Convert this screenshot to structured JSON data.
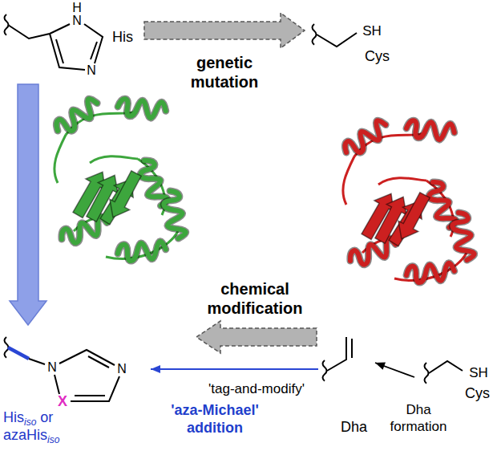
{
  "diagram": {
    "nodes": [
      {
        "text": [
          "His"
        ]
      },
      {
        "text": [
          "Cys"
        ]
      },
      {
        "text": [
          "His",
          "iso",
          "or",
          "azaHis",
          "iso"
        ]
      },
      {
        "text": [
          "Dha"
        ]
      },
      {
        "text": [
          "Cys"
        ]
      }
    ],
    "edges": [
      {
        "from": 0,
        "to": 1,
        "arrow": "to",
        "label": "genetic mutation"
      },
      {
        "from": 0,
        "to": 2,
        "arrow": "to"
      },
      {
        "from": 4,
        "to": 3,
        "arrow": "to",
        "label": "Dha formation"
      },
      {
        "from": 3,
        "to": 2,
        "arrow": "to",
        "label": "'aza-Michael' addition"
      }
    ],
    "labels": [
      "H",
      "N",
      "N",
      "SH",
      "chemical modification",
      "'tag-and-modify'",
      "N",
      "N",
      "X",
      "SH"
    ]
  }
}
